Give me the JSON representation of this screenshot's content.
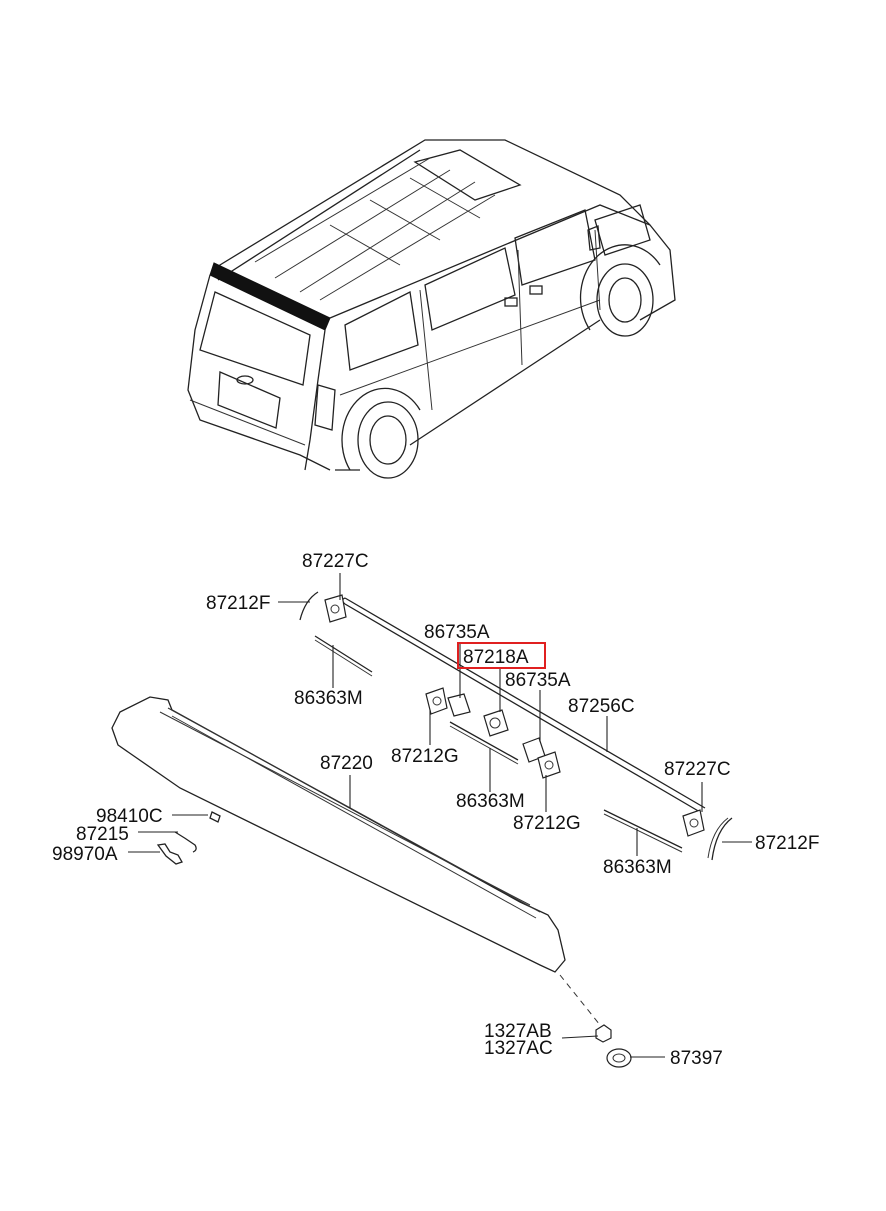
{
  "labels": {
    "l_87227C_top": "87227C",
    "l_87212F_left": "87212F",
    "l_86735A_1": "86735A",
    "l_87218A": "87218A",
    "l_86735A_2": "86735A",
    "l_86363M_left": "86363M",
    "l_87256C": "87256C",
    "l_87212G_1": "87212G",
    "l_87220": "87220",
    "l_86363M_mid": "86363M",
    "l_87227C_right": "87227C",
    "l_87212G_2": "87212G",
    "l_98410C": "98410C",
    "l_87215": "87215",
    "l_98970A": "98970A",
    "l_86363M_right": "86363M",
    "l_87212F_right": "87212F",
    "l_1327AB": "1327AB",
    "l_1327AC": "1327AC",
    "l_87397": "87397"
  },
  "highlight": {
    "part": "87218A",
    "color": "#e02020"
  }
}
